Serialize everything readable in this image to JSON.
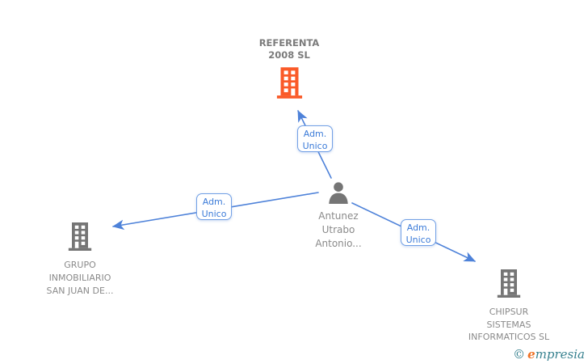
{
  "colors": {
    "accent_orange": "#fa5a28",
    "icon_gray": "#757575",
    "title_gray": "#7b7b7b",
    "label_gray": "#8a8a8a",
    "edge_blue": "#4e82d9",
    "edge_label_border": "#72a0e5",
    "edge_label_text": "#3b7bd8",
    "brand_teal": "#37818f",
    "brand_orange": "#ee7226"
  },
  "nodes": {
    "referenta": {
      "line1": "REFERENTA",
      "line2": "2008 SL"
    },
    "person": {
      "line1": "Antunez",
      "line2": "Utrabo",
      "line3": "Antonio..."
    },
    "grupo": {
      "line1": "GRUPO",
      "line2": "INMOBILIARIO",
      "line3": "SAN JUAN DE..."
    },
    "chipsur": {
      "line1": "CHIPSUR",
      "line2": "SISTEMAS",
      "line3": "INFORMATICOS SL"
    }
  },
  "edge_labels": {
    "to_referenta": {
      "line1": "Adm.",
      "line2": "Unico"
    },
    "to_grupo": {
      "line1": "Adm.",
      "line2": "Unico"
    },
    "to_chipsur": {
      "line1": "Adm.",
      "line2": "Unico"
    }
  },
  "watermark": {
    "copyright": "©",
    "brand_initial": "e",
    "brand_rest": "mpresia"
  }
}
